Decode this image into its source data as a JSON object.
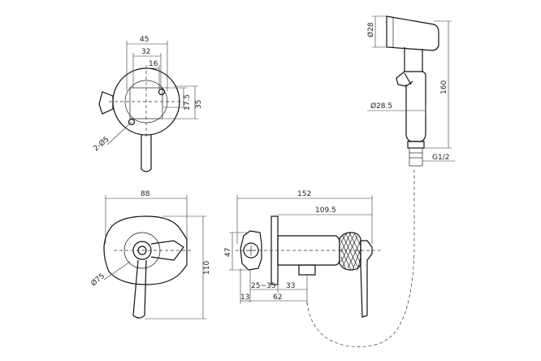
{
  "dimensions": {
    "top_45": "45",
    "top_32": "32",
    "top_16": "16",
    "top_17_5": "17.5",
    "top_35": "35",
    "top_2_d5": "2-Ø5",
    "front_88": "88",
    "front_110": "110",
    "front_d75": "Ø75",
    "side_152": "152",
    "side_109_5": "109.5",
    "side_47": "47",
    "side_25_35": "25~35",
    "side_33": "33",
    "side_13": "13",
    "side_62": "62",
    "spray_d28": "Ø28",
    "spray_160": "160",
    "spray_d28_5": "Ø28.5",
    "spray_g12": "G1/2"
  }
}
